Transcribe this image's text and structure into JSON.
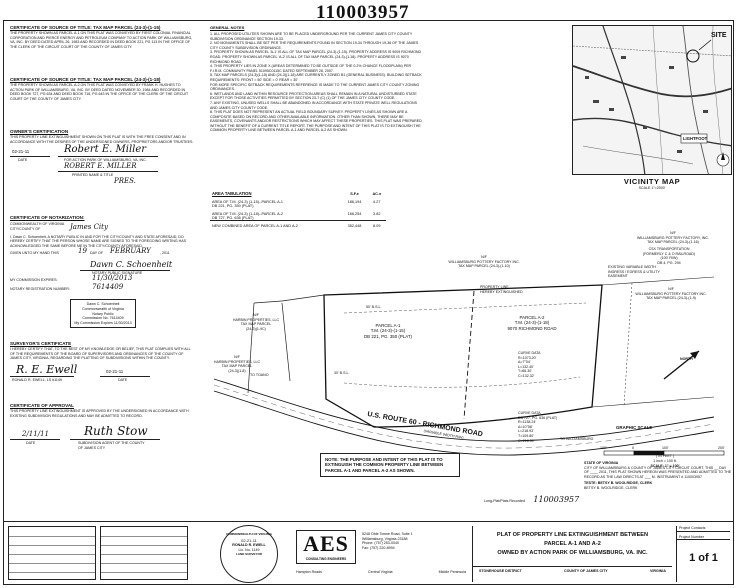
{
  "document_number": "110003957",
  "left_column": {
    "cert_source_a1": {
      "title": "CERTIFICATE OF SOURCE OF TITLE: TAX MAP PARCEL (24-3)-(1-15)",
      "text": "THE PROPERTY SHOWN AS PARCEL A-1 ON THIS PLAT WAS CONVEYED BY FIRST COLONIAL FINANCIAL CORPORATION AND PIERCE ENERGY AND PETROLEUM COMPANY TO ACTION PARK OF WILLIAMSBURG, VA, INC. BY DEED DATED APRIL 26, 1983 AND RECORDED IN DEED BOOK 221, PG 113 IN THE OFFICE OF THE CLERK OF THE CIRCUIT COURT OF THE COUNTY OF JAMES CITY."
    },
    "cert_source_a2": {
      "title": "CERTIFICATE OF SOURCE OF TITLE: TAX MAP PARCEL (24-3)-(1-18)",
      "text": "THE PROPERTY SHOWN AS PARCEL A-2 ON THIS PLAT WAS CONVEYED BY FRANK H. HUGHES TO ACTION PARK OF WILLIAMSBURG, VA, INC. BY DEED DATED NOVEMBER 30, 1984 AND RECORDED IN DEED BOOK 727, PG 634 AND DEED BOOK 716, PG 643 IN THE OFFICE OF THE CLERK OF THE CIRCUIT COURT OF THE COUNTY OF JAMES CITY."
    },
    "owners_cert": {
      "title": "OWNER'S CERTIFICATION",
      "text": "THIS PROPERTY LINE EXTINGUISHMENT SHOWN ON THIS PLAT IS WITH THE FREE CONSENT AND IN ACCORDANCE WITH THE DESIRES OF THE UNDERSIGNED OWNERS, PROPRIETORS AND/OR TRUSTEES.",
      "date_value": "02-21-11",
      "signature": "Robert E. Miller",
      "date_label": "DATE",
      "for_label": "FOR ACTION PARK OF WILLIAMSBURG, VA, INC.",
      "printed_name": "ROBERT E. MILLER",
      "printed_label": "PRINTED NAME & TITLE",
      "title_value": "PRES."
    },
    "notary": {
      "title": "CERTIFICATE OF NOTARIZATION:",
      "commonwealth": "COMMONWEALTH OF VIRGINIA",
      "county_label": "CITY/COUNTY OF",
      "county_value": "James City",
      "text": "I, Dawn C. Schoenheit, A NOTARY PUBLIC IN AND FOR THE CITY/COUNTY AND STATE AFORESAID, DO HEREBY CERTIFY THAT THE PERSON WHOSE NAME ARE SIGNED TO THE FOREGOING WRITING HAS ACKNOWLEDGED THE SAME BEFORE ME IN THE CITY/COUNTY AFORESAID.",
      "given_label": "GIVEN UNTO MY HAND THIS",
      "day_value": "19",
      "day_of": "DAY OF",
      "month_value": "FEBRUARY",
      "year_value": ", 2011",
      "signature": "Dawn C. Schoenheit",
      "notary_label": "NOTARY PUBLIC SIGNATURE",
      "commission_label": "MY COMMISSION EXPIRES:",
      "commission_value": "11/30/2013",
      "reg_label": "NOTARY REGISTRATION NUMBER:",
      "reg_value": "7614409",
      "stamp_lines": [
        "Dawn C. Schoenheit",
        "Commonwealth of Virginia",
        "Notary Public",
        "Commission No. 7614409",
        "My Commission Expires 11/30/2013"
      ]
    },
    "surveyor": {
      "title": "SURVEYOR'S CERTIFICATE",
      "text": "I HEREBY CERTIFY THAT, TO THE BEST OF MY KNOWLEDGE OR BELIEF, THIS PLAT COMPLIES WITH ALL OF THE REQUIREMENTS OF THE BOARD OF SUPERVISORS AND ORDINANCES OF THE COUNTY OF JAMES CITY, VIRGINIA, REGARDING THE PLATTING OF SUBDIVISIONS WITHIN THE COUNTY.",
      "signature": "R. E. Ewell",
      "date_value": "02-21-11",
      "name_label": "RONALD R. EWELL, LS #1149",
      "date_label": "DATE"
    },
    "approval": {
      "title": "CERTIFICATE OF APPROVAL",
      "text": "THIS PROPERTY LINE EXTINGUISHMENT IS APPROVED BY THE UNDERSIGNED IN ACCORDANCE WITH EXISTING SUBDIVISION REGULATIONS AND MAY BE ADMITTED TO RECORD.",
      "date_value": "2/11/11",
      "signature": "Ruth Stow",
      "date_label": "DATE",
      "agent_label": "SUBDIVISION AGENT OF THE COUNTY OF JAMES CITY"
    }
  },
  "general_notes": {
    "title": "GENERAL NOTES",
    "items": [
      "1. ALL PROPOSED UTILITIES SHOWN ARE TO BE PLACED UNDERGROUND PER THE CURRENT JAMES CITY COUNTY SUBDIVISION ORDINANCE SECTION 19-33.",
      "2. NO MONUMENTS SHALL BE SET PER THE REQUIREMENTS FOUND IN SECTION 19-34 THROUGH 19-36 OF THE JAMES CITY COUNTY SUBDIVISION ORDINANCE.",
      "3. PROPERTY SHOWN AS PARCEL 'A-1' IS ALL OF TAX MAP PARCEL (24-3)-(1-15). PROPERTY ADDRESS IS 9009 RICHMOND ROAD. PROPERTY SHOWN AS PARCEL 'A-2' IS ALL OF TAX MAP PARCEL (24-3)-(1-18). PROPERTY ADDRESS IS 9070 RICHMOND ROAD.",
      "4. THIS PROPERTY LIES IN ZONE X (AREAS DETERMINED TO BE OUTSIDE OF THE 0.2% CHANCE FLOODPLAIN) PER F.I.R.M. COMMUNITY PANEL 51095C0115C DATED SEPTEMBER 28, 2007.",
      "5. TAX MAP PARCELS (24-3)(1-15) AND (24-3)(1-18) ARE CURRENTLY ZONED B1 (GENERAL BUSINESS). BUILDING SETBACK REQUIREMENTS: FRONT = 50'  SIDE = 0'  REAR = 30'",
      "FOR MORE SPECIFIC SETBACK REQUIREMENTS REFERENCE IS MADE TO THE CURRENT JAMES CITY COUNTY ZONING ORDINANCES.",
      "6. WETLANDS AND LAND WITHIN RESOURCE PROTECTION AREAS SHALL REMAIN IN A NATURAL UNDISTURBED STATE EXCEPT FOR THOSE ACTIVITIES PERMITTED BY SECTION 23-7 (C) (1) OF THE JAMES CITY COUNTY CODE.",
      "7. ANY EXISTING, UNUSED WELLS SHALL BE ABANDONED IN ACCORDANCE WITH STATE PRIVATE WELL REGULATIONS AND JAMES CITY COUNTY CODE.",
      "8. THIS PLAT DOES NOT REPRESENT AN ACTUAL FIELD BOUNDARY SURVEY. PROPERTY LINES AS SHOWN ARE A COMPOSITE BASED ON RECORD AND OTHER AVAILABLE INFORMATION. OTHER THAN SHOWN, THERE MAY BE EASEMENTS, COVENANTS AND/OR RESTRICTIONS WHICH MAY AFFECT THESE PROPERTIES. THIS PLAT WAS PREPARED WITHOUT THE BENEFIT OF A CURRENT TITLE REPORT. THE PURPOSE AND INTENT OF THIS PLAT IS TO EXTINGUISH THE COMMON PROPERTY LINE BETWEEN PARCEL A-1 AND PARCEL A-2 AS SHOWN."
    ]
  },
  "area_table": {
    "title": "AREA TABULATION",
    "col_sf": "S.F.±",
    "col_ac": "AC.±",
    "rows": [
      {
        "label": "AREA OF T.M. (24-3) (1-15)--PARCEL A-1",
        "sub": "DB 221, PG. 350 (PLAT)",
        "sf": "186,194",
        "ac": "4.27"
      },
      {
        "label": "AREA OF T.M. (24-3) (1-18)--PARCEL A-2",
        "sub": "DB 727, PG. 636 (PLAT)",
        "sf": "166,254",
        "ac": "3.82"
      },
      {
        "label": "NEW COMBINED AREA OF PARCEL A-1 AND A-2",
        "sub": "",
        "sf": "352,448",
        "ac": "8.09"
      }
    ]
  },
  "vicinity": {
    "title": "VICINITY MAP",
    "scale": "SCALE 1\"=2000'",
    "site_label": "SITE",
    "lightfoot_label": "LIGHTFOOT"
  },
  "plat_labels": {
    "adjoiner_north": "N/F\nWILLIAMSBURG POTTERY FACTORY INC.\nTAX MAP PARCEL (24-3)-(1-10)",
    "adjoiner_east": "N/F\nWILLIAMSBURG POTTERY FACTORY, INC.\nTAX MAP PARCEL (24-3)-(1-16)",
    "railroad": "CSX TRANSPORTATION\n(FORMERLY C & O RAILROAD)\n(100' R/W)\nDB 4, PG. 294",
    "adjoiner_ne": "N/F\nWILLIAMSBURG POTTERY FACTORY INC.\nTAX MAP PARCEL (24-3)-(1-9)",
    "adjoiner_west": "N/F\nHARBIN PROPERTIES, LLC\nTAX MAP PARCEL\n(24-3)(1-9C)",
    "adjoiner_west2": "N/F\nHARBIN PROPERTIES, LLC\nTAX MAP PARCEL\n(24-3)(1-8)",
    "parcel_a1": "PARCEL A-1\nT.M. (24-3)-(1-15)\nDB 221, PG. 350 (PLAT)",
    "parcel_a2": "PARCEL A-2\nT.M. (24-3)-(1-18)\n9070 RICHMOND ROAD",
    "property_line": "PROPERTY LINE\nHEREBY EXTINGUISHED",
    "route": "U.S. ROUTE 60 - RICHMOND ROAD",
    "route_sub": "(VARIABLE WIDTH R/W)",
    "to_toano": "TO TOANO",
    "to_williamsburg": "TO WILLIAMSBURG",
    "bsl_1": "50' B.S.L.",
    "bsl_2": "30' B.S.L.",
    "curve_data_1": "CURVE DATA\nR=1073.20'\nΔ=7°04'\nL=132.40'\nT=66.30'\nC=132.32'",
    "curve_data_2": "CURVE DATA\nDB 727, PG. 636 (PLAT)\nR=1138.24'\nΔ=10°58'\nL=218.93'\nT=109.80'\nC=218.59'",
    "existing_variable": "EXISTING VARIABLE WIDTH INGRESS / EGRESS & UTILITY EASEMENT",
    "north_label": "NORTH"
  },
  "purpose_note": "NOTE: THE PURPOSE AND INTENT OF THIS PLAT IS TO EXTINGUISH THE COMMON PROPERTY LINE BETWEEN PARCEL A-1 AND PARCEL A-2 AS SHOWN.",
  "graphic_scale": {
    "title": "GRAPHIC SCALE",
    "ticks": [
      "100'",
      "0",
      "100'",
      "200'"
    ],
    "note": "( IN FEET )\n1 inch = 100 ft.",
    "scale_text": "SCALE: 1\" = 100'"
  },
  "clerk_cert": {
    "state": "STATE OF VIRGINIA",
    "text": "CITY OF WILLIAMSBURG & COUNTY OF JAMES CITY CIRCUIT COURT, THIS __ DAY OF ____ 2011, THIS PLAT SHOWN HEREON WAS PRESENTED AND ADMITTED TO THE RECORD AS THE LAW DIRECTS AT ___ M. INSTRUMENT # 110003957",
    "teste": "TESTE: BETSY B. WOOLRIDGE, CLERK",
    "clerk_name": "BETSY B. WOOLRIDGE, CLERK",
    "long_note": "Long-Plat/Plats Recorded",
    "instrument": "110003957"
  },
  "title_block": {
    "surveyor_seal_lines": [
      "COMMONWEALTH OF VIRGINIA",
      "RONALD R. EWELL",
      "Lic. No. 1149",
      "LAND SURVEYOR"
    ],
    "seal_date": "02-21-11",
    "firm_name": "AES",
    "firm_sub": "CONSULTING ENGINEERS",
    "firm_address": "5248 Olde Towne Road, Suite 1\nWilliamsburg, Virginia 23188\nPhone: (757) 253-0040\nFax: (757) 220-8994",
    "firm_offices": [
      "Hampton Roads",
      "Central Virginia",
      "Middle Peninsula"
    ],
    "plat_title": "PLAT OF PROPERTY LINE EXTINGUISHMENT BETWEEN",
    "plat_title2": "PARCEL A-1 AND A-2",
    "plat_title3": "OWNED BY ACTION PARK OF WILLIAMSBURG, VA. INC.",
    "district": "STONEHOUSE DISTRICT",
    "county": "COUNTY OF JAMES CITY",
    "state": "VIRGINIA",
    "project_contacts": "Project Contacts",
    "project_number": "Project Number",
    "sheet_label": "1 of 1"
  }
}
